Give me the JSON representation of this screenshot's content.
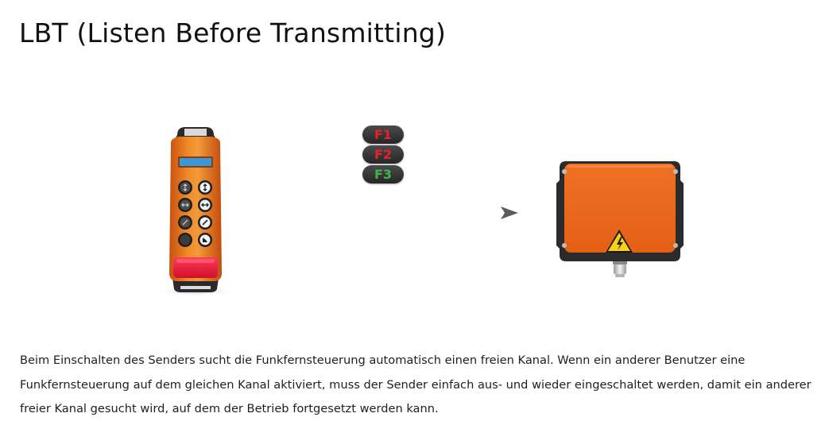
{
  "page": {
    "title": "LBT (Listen Before Transmitting)"
  },
  "illustration": {
    "transmitter_icon": "remote-control-transmitter",
    "receiver_icon": "receiver-box-with-warning",
    "arrow_icon": "dashed-arrow-right",
    "frequencies": [
      {
        "label": "F1",
        "color": "#e8202a",
        "state": "occupied"
      },
      {
        "label": "F2",
        "color": "#e8202a",
        "state": "occupied"
      },
      {
        "label": "F3",
        "color": "#3fb54a",
        "state": "free"
      }
    ],
    "colors": {
      "device_orange": "#e8671a",
      "stop_red": "#e3193b",
      "display_blue": "#3a9ad9",
      "frame_dark": "#2b2b2b"
    }
  },
  "description": {
    "text": "Beim Einschalten des Senders sucht die Funkfernsteuerung automatisch einen freien Kanal. Wenn ein anderer Benutzer eine Funkfernsteuerung auf dem gleichen Kanal aktiviert, muss der Sender einfach aus- und wieder eingeschaltet werden, damit ein anderer freier Kanal gesucht wird, auf dem der Betrieb fortgesetzt werden kann."
  }
}
